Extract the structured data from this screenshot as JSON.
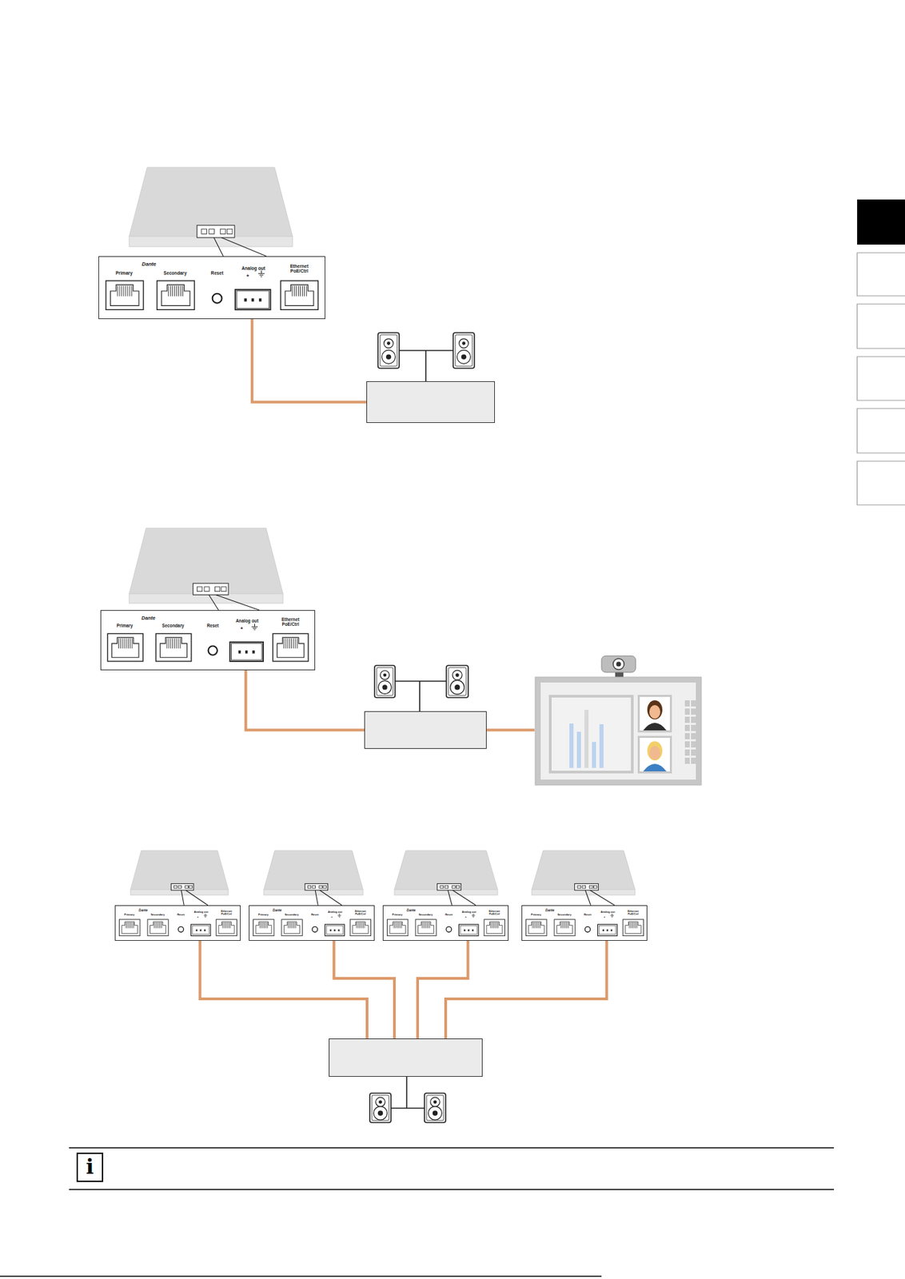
{
  "diagram": {
    "nodes": [
      {
        "text": [
          "Dante",
          "Primary",
          "Secondary",
          "Reset",
          "Analog out",
          "+",
          "Ethernet PoE/Ctrl"
        ]
      },
      {
        "text": []
      },
      {
        "text": [
          "Dante",
          "Primary",
          "Secondary",
          "Reset",
          "Analog out",
          "+",
          "Ethernet PoE/Ctrl"
        ]
      },
      {
        "text": []
      },
      {
        "text": []
      },
      {
        "text": [
          "Dante",
          "Primary",
          "Secondary",
          "Reset",
          "Analog out",
          "+",
          "Ethernet PoE/Ctrl"
        ]
      },
      {
        "text": [
          "Dante",
          "Primary",
          "Secondary",
          "Reset",
          "Analog out",
          "+",
          "Ethernet PoE/Ctrl"
        ]
      },
      {
        "text": [
          "Dante",
          "Primary",
          "Secondary",
          "Reset",
          "Analog out",
          "+",
          "Ethernet PoE/Ctrl"
        ]
      },
      {
        "text": [
          "Dante",
          "Primary",
          "Secondary",
          "Reset",
          "Analog out",
          "+",
          "Ethernet PoE/Ctrl"
        ]
      },
      {
        "text": []
      }
    ],
    "edges": [
      {
        "from": 0,
        "to": 1,
        "arrow": "none"
      },
      {
        "from": 2,
        "to": 3,
        "arrow": "none"
      },
      {
        "from": 3,
        "to": 4,
        "arrow": "none"
      },
      {
        "from": 5,
        "to": 9,
        "arrow": "none"
      },
      {
        "from": 6,
        "to": 9,
        "arrow": "none"
      },
      {
        "from": 7,
        "to": 9,
        "arrow": "none"
      },
      {
        "from": 8,
        "to": 9,
        "arrow": "none"
      }
    ],
    "labels": [
      "i"
    ]
  }
}
